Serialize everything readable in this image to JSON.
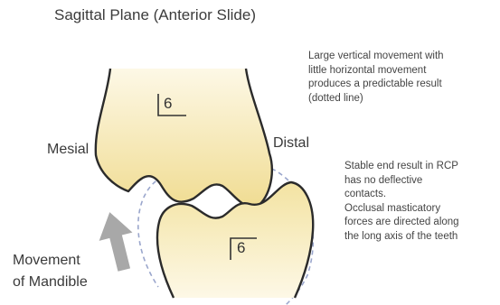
{
  "title": "Sagittal Plane (Anterior Slide)",
  "labels": {
    "mesial": "Mesial",
    "distal": "Distal",
    "movement_line1": "Movement",
    "movement_line2": "of Mandible",
    "upper_tooth_number": "6",
    "lower_tooth_number": "6"
  },
  "notes": {
    "note1": [
      "Large vertical movement with",
      "little horizontal movement",
      "produces a predictable result",
      "(dotted line)"
    ],
    "note2": [
      "Stable end result in RCP",
      "has no deflective",
      "contacts.",
      "Occlusal masticatory",
      "forces are directed along",
      "the long axis of the teeth"
    ]
  },
  "colors": {
    "tooth_fill_top": "#fdf8e6",
    "tooth_fill_bottom": "#f0dc92",
    "outline": "#2b2b2b",
    "dotted_path": "#9aa6cc",
    "arrow": "#a8a8a8"
  }
}
